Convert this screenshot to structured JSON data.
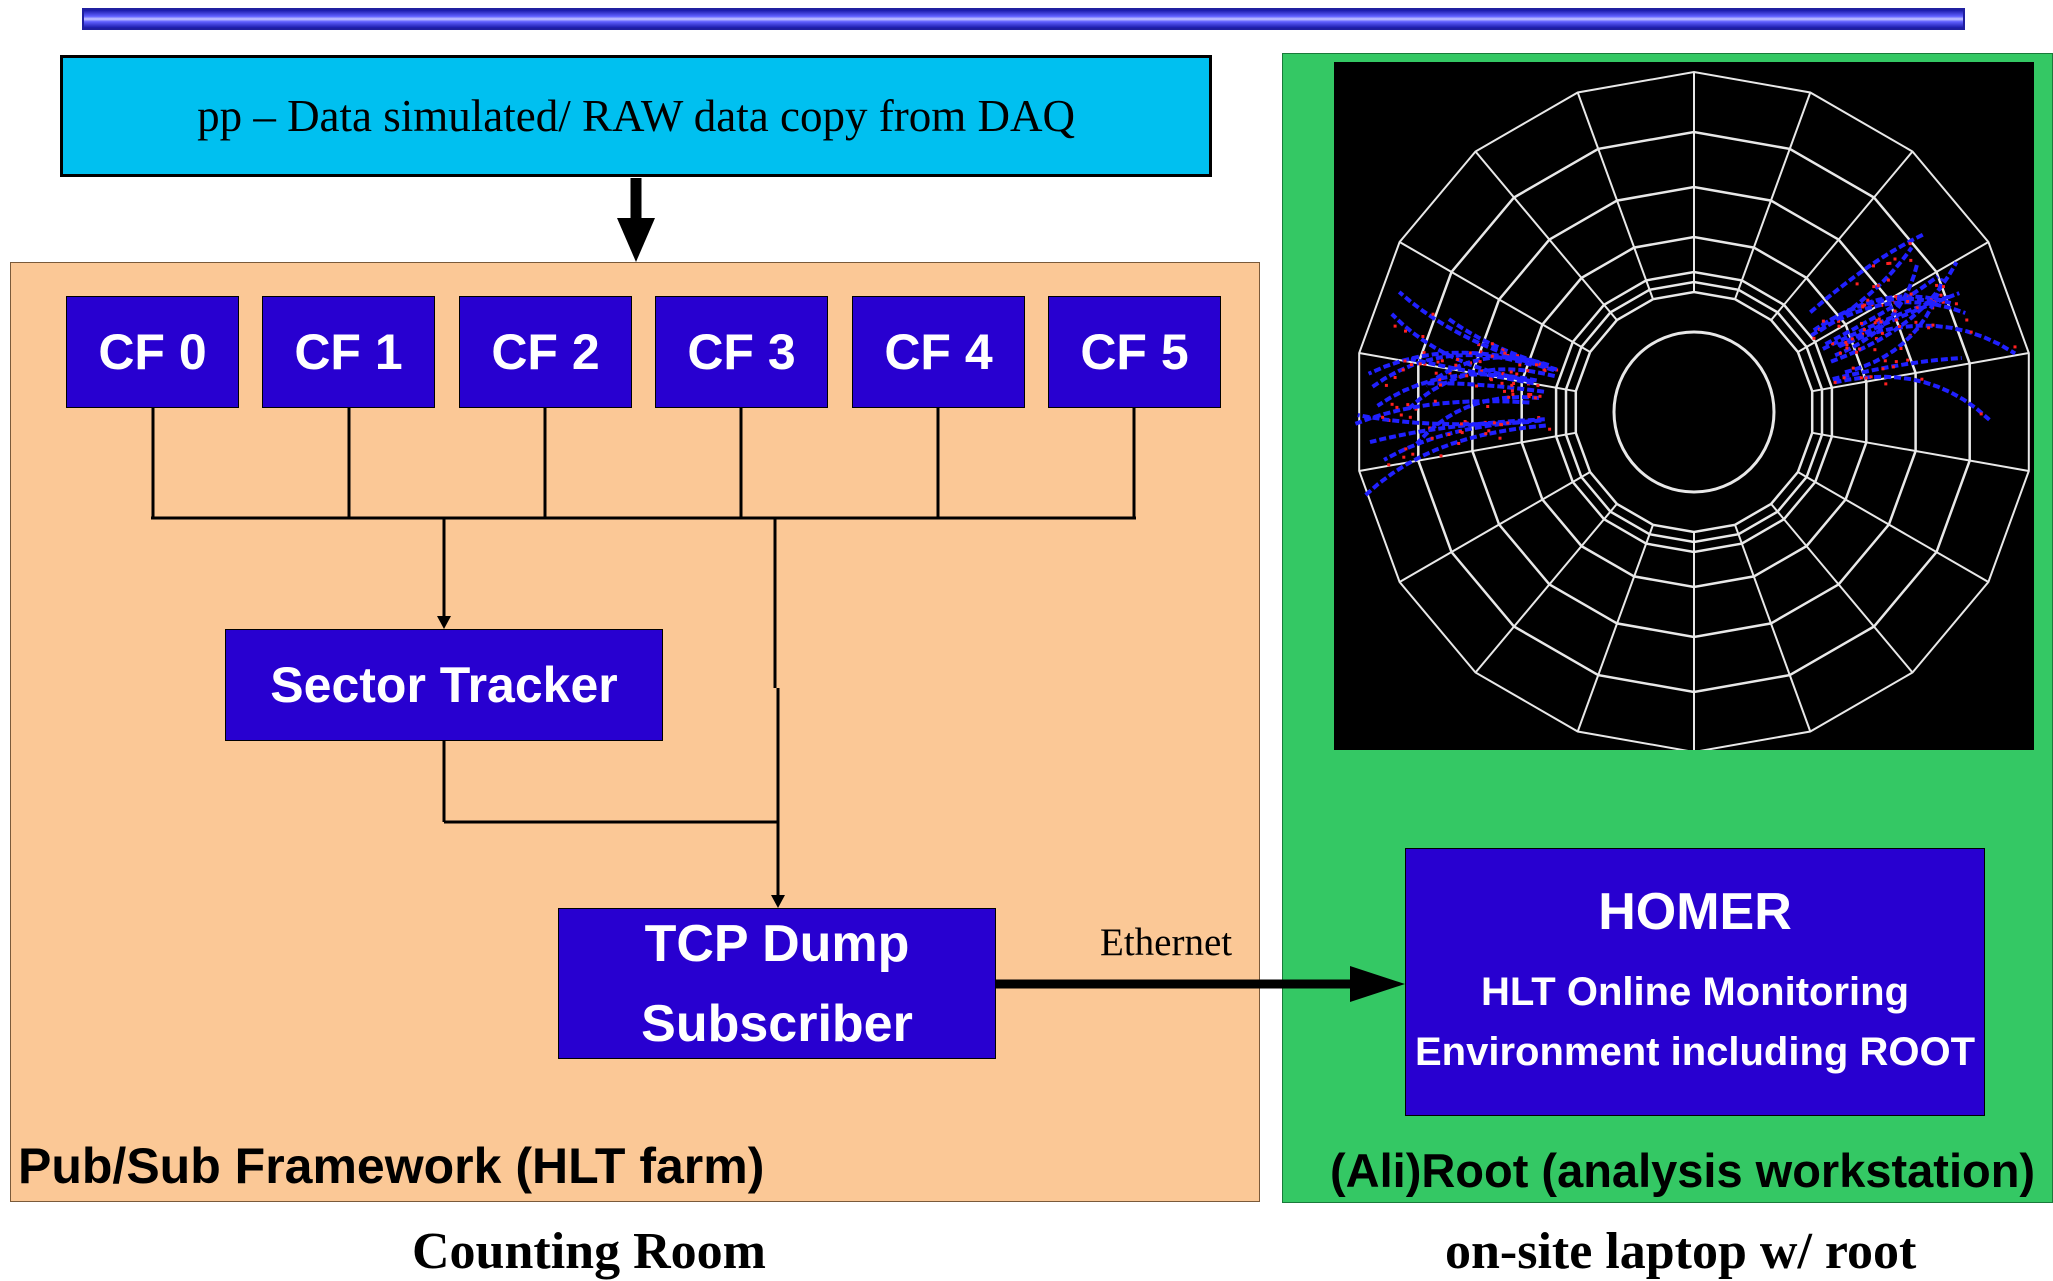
{
  "source": {
    "label": "pp – Data simulated/ RAW data copy from DAQ"
  },
  "cluster_finders": [
    "CF 0",
    "CF 1",
    "CF 2",
    "CF 3",
    "CF 4",
    "CF 5"
  ],
  "tracker": {
    "label": "Sector Tracker"
  },
  "tcp": {
    "line1": "TCP Dump",
    "line2": "Subscriber"
  },
  "link": {
    "label": "Ethernet"
  },
  "homer": {
    "title": "HOMER",
    "line1": "HLT Online Monitoring",
    "line2": "Environment including ROOT"
  },
  "farm": {
    "label": "Pub/Sub Framework (HLT farm)",
    "caption": "Counting Room"
  },
  "laptop": {
    "label": "(Ali)Root (analysis workstation)",
    "caption": "on-site laptop w/ root"
  },
  "display": {
    "description_icon": "tpc-event-display-icon"
  },
  "colors": {
    "box_blue": "#2800d0",
    "source_cyan": "#00c0f0",
    "farm_orange": "#fbc896",
    "laptop_green": "#34c864",
    "track_blue": "#2020ff",
    "cluster_red": "#ff2020"
  }
}
